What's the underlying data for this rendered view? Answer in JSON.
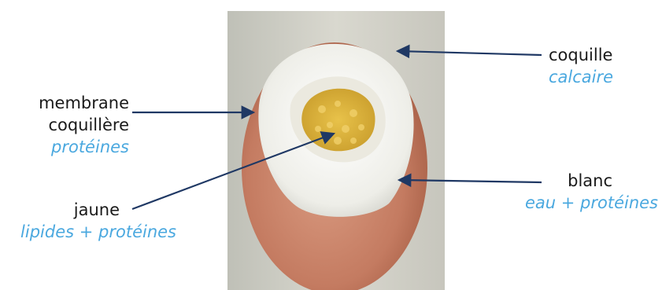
{
  "labels": {
    "coquille": {
      "name": "coquille",
      "composition": "calcaire"
    },
    "membrane": {
      "name_line1": "membrane",
      "name_line2": "coquillère",
      "composition": "protéines"
    },
    "blanc": {
      "name": "blanc",
      "composition": "eau + protéines"
    },
    "jaune": {
      "name": "jaune",
      "composition": "lipides + protéines"
    }
  },
  "colors": {
    "label_text": "#1a1a1a",
    "composition_text": "#4aa8df",
    "arrow": "#1f3864",
    "shell": "#c9826a",
    "white": "#f4f4ef",
    "yolk": "#e0b73e"
  }
}
